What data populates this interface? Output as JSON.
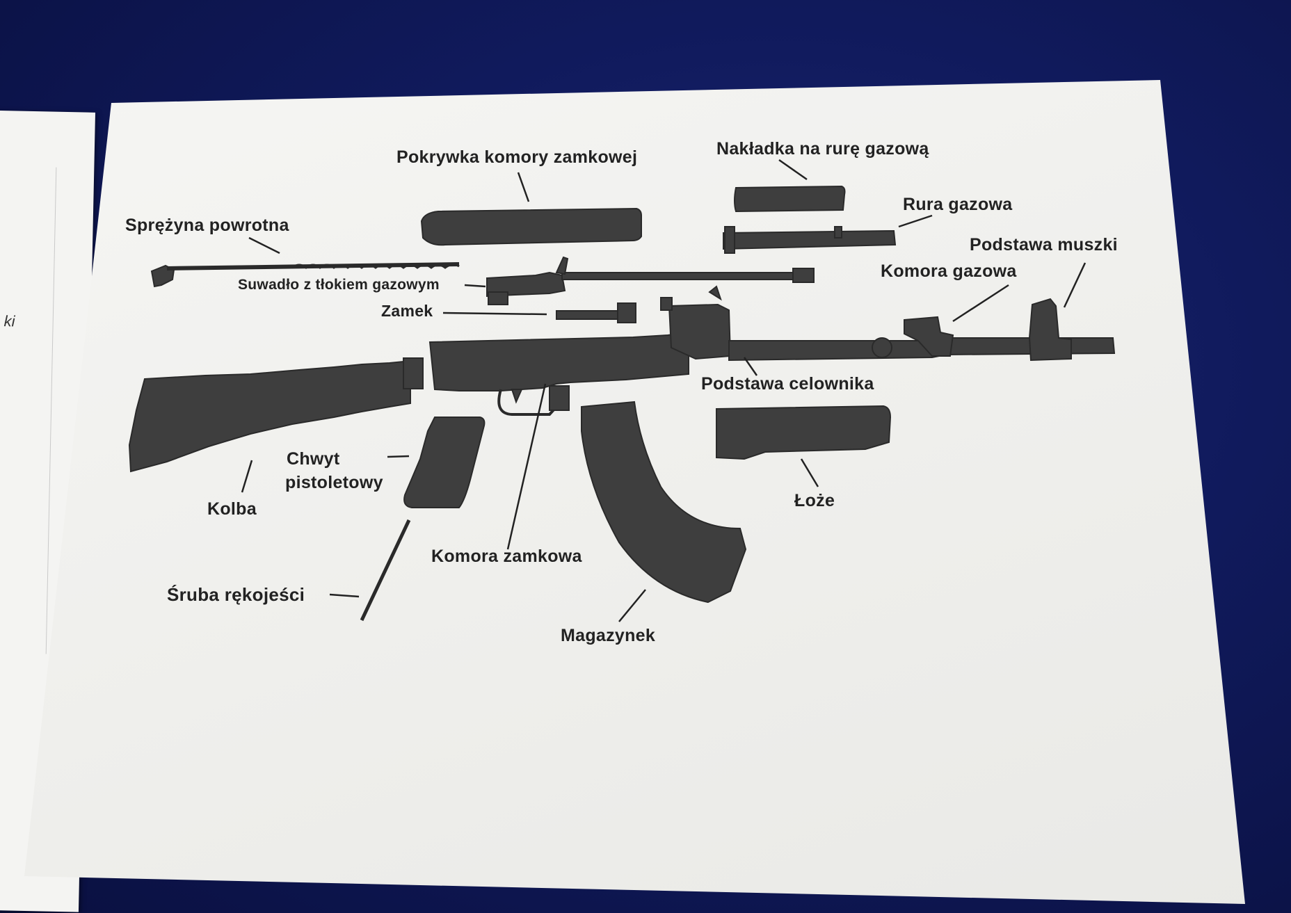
{
  "left_sheet": {
    "fragment": "ki"
  },
  "labels": {
    "pokrywka": "Pokrywka komory zamkowej",
    "naklaka": "Nakładka na rurę gazową",
    "sprezyna": "Sprężyna powrotna",
    "rura": "Rura gazowa",
    "podstawa_muszki": "Podstawa muszki",
    "suwadlo": "Suwadło z tłokiem gazowym",
    "komora_gazowa": "Komora gazowa",
    "zamek": "Zamek",
    "podstawa_celownika": "Podstawa celownika",
    "chwyt_1": "Chwyt",
    "chwyt_2": "pistoletowy",
    "kolba": "Kolba",
    "loze": "Łoże",
    "komora_zamkowa": "Komora zamkowa",
    "sruba": "Śruba rękojeści",
    "magazynek": "Magazynek"
  }
}
